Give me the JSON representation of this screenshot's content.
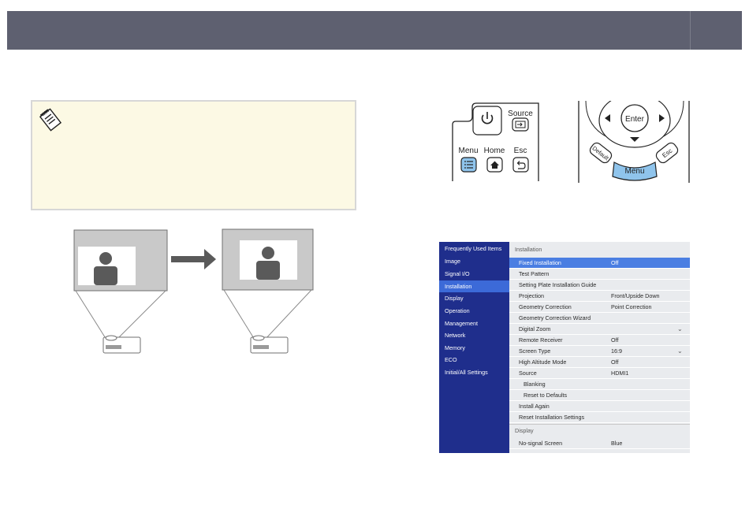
{
  "remote_small": {
    "source_label": "Source",
    "menu_label": "Menu",
    "home_label": "Home",
    "esc_label": "Esc"
  },
  "remote_large": {
    "enter_label": "Enter",
    "menu_label": "Menu",
    "default_label": "Default",
    "esc_label": "Esc"
  },
  "menu_screen": {
    "sidebar": [
      {
        "label": "Frequently Used Items"
      },
      {
        "label": "Image"
      },
      {
        "label": "Signal I/O"
      },
      {
        "label": "Installation"
      },
      {
        "label": "Display"
      },
      {
        "label": "Operation"
      },
      {
        "label": "Management"
      },
      {
        "label": "Network"
      },
      {
        "label": "Memory"
      },
      {
        "label": "ECO"
      },
      {
        "label": "Initial/All Settings"
      }
    ],
    "installation_header": "Installation",
    "rows": [
      {
        "label": "Fixed Installation",
        "value": "Off"
      },
      {
        "label": "Test Pattern",
        "value": ""
      },
      {
        "label": "Setting Plate Installation Guide",
        "value": ""
      },
      {
        "label": "Projection",
        "value": "Front/Upside Down"
      },
      {
        "label": "Geometry Correction",
        "value": "Point Correction"
      },
      {
        "label": "Geometry Correction Wizard",
        "value": ""
      },
      {
        "label": "Digital Zoom",
        "value": ""
      },
      {
        "label": "Remote Receiver",
        "value": "Off"
      },
      {
        "label": "Screen Type",
        "value": "16:9"
      },
      {
        "label": "High Altitude Mode",
        "value": "Off"
      },
      {
        "label": "Source",
        "value": "HDMI1"
      },
      {
        "label": "Blanking",
        "value": ""
      },
      {
        "label": "Reset to Defaults",
        "value": ""
      },
      {
        "label": "Install Again",
        "value": ""
      },
      {
        "label": "Reset Installation Settings",
        "value": ""
      }
    ],
    "display_header": "Display",
    "display_rows": [
      {
        "label": "No-signal Screen",
        "value": "Blue"
      }
    ]
  },
  "colors": {
    "header_bar": "#5e6070",
    "note_background": "#fcf9e4",
    "menu_sidebar": "#1f2e8c",
    "menu_active": "#3c6ad8",
    "menu_selected_row": "#4a7ee2",
    "remote_menu_button": "#8fc4ec"
  }
}
